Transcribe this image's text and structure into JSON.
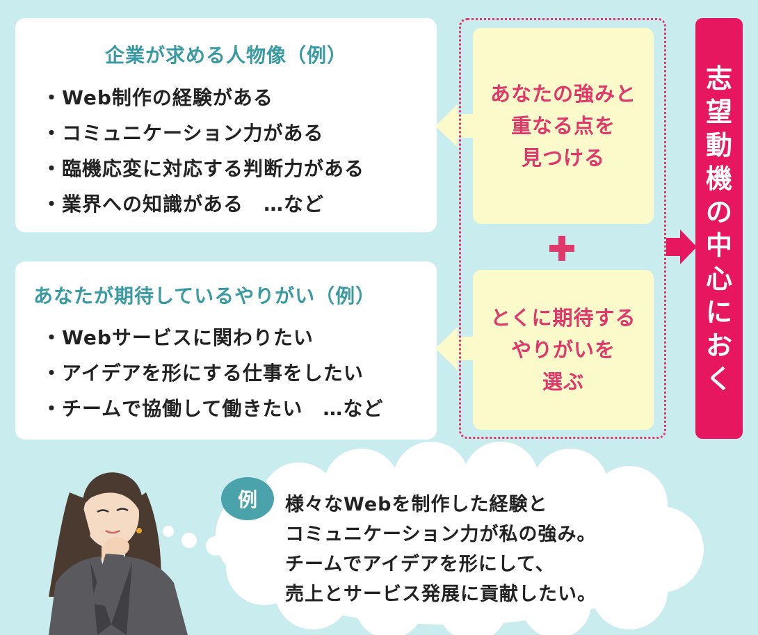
{
  "company_box": {
    "title": "企業が求める人物像（例）",
    "items": [
      "Web制作の経験がある",
      "コミュニケーション力がある",
      "臨機応変に対応する判断力がある",
      "業界への知識がある　…など"
    ]
  },
  "rewards_box": {
    "title": "あなたが期待しているやりがい（例）",
    "items": [
      "Webサービスに関わりたい",
      "アイデアを形にする仕事をしたい",
      "チームで協働して働きたい　…など"
    ]
  },
  "step_strengths": {
    "lines": [
      "あなたの強みと",
      "重なる点を",
      "見つける"
    ]
  },
  "step_rewards": {
    "lines": [
      "とくに期待する",
      "やりがいを",
      "選ぶ"
    ]
  },
  "banner": {
    "chars": [
      "志",
      "望",
      "動",
      "機",
      "の",
      "中",
      "心",
      "に",
      "お",
      "く"
    ]
  },
  "example": {
    "badge": "例",
    "lines": [
      "様々なWebを制作した経験と",
      "コミュニケーション力が私の強み。",
      "チームでアイデアを形にして、",
      "売上とサービス発展に貢献したい。"
    ]
  },
  "colors": {
    "background": "#c9ecef",
    "accent_pink": "#e0386a",
    "banner_pink": "#e6175e",
    "teal": "#3a9aa3",
    "yellow": "#fbfacb"
  }
}
